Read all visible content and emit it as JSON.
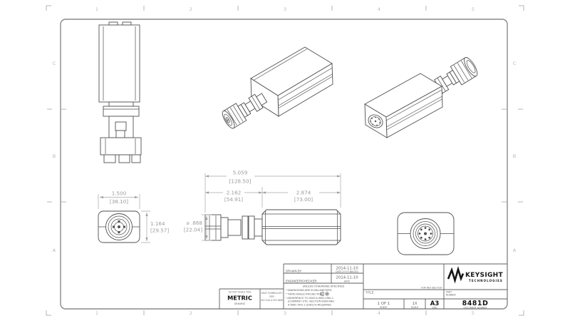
{
  "grid": {
    "cols": [
      "1",
      "2",
      "3",
      "4",
      "5"
    ],
    "rows": [
      "C",
      "B",
      "A"
    ]
  },
  "dims": {
    "overall_in": "5.059",
    "overall_mm": "[128.50]",
    "front_in": "2.162",
    "front_mm": "[54.91]",
    "body_in": "2.874",
    "body_mm": "[73.00]",
    "width_in": "1.500",
    "width_mm": "[38.10]",
    "height_in": "1.164",
    "height_mm": "[29.57]",
    "connector_dia_in": "⌀ .868",
    "connector_dia_mm": "[22.04]"
  },
  "title_block": {
    "drawn_by_label": "DRAWN BY",
    "drawn_by_date": "2014-11-10",
    "drawn_by_date_label": "DATE (YYYY-MM-DD)",
    "engineer_label": "ENGINEER/CHECKER",
    "engineer_date": "2014-11-10",
    "engineer_date_label": "DATE",
    "notes_header": "UNLESS OTHERWISE SPECIFIED",
    "note_dimensions": "* DIMENSIONS ARE IN MILLIMETERS",
    "note_projection": "* THIRD ANGLE PROJECTION",
    "note_adherence_1": "* ADHERENCE TO DWG A-9951-1961-1",
    "note_adherence_2": "(COMPANY STD. SECTION WSM AND",
    "note_adherence_3": "A-5961-7041-1 (GSD) IS REQUIRED",
    "do_not_scale_top": "DO NOT SCALE THIS",
    "metric": "METRIC",
    "do_not_scale_bottom": "DRAWING",
    "gdt_line1": "GD&T SYMBOLOGY",
    "gdt_line2": "PER",
    "gdt_line3": "ISO 1101 & ISO 5459",
    "title_label": "TITLE",
    "rev_note": "FOR REV SEE PLM",
    "sheet_value": "1   OF   1",
    "sheet_label": "SHEET",
    "scale_value": "1X",
    "scale_label": "SCALE",
    "size_value": "A3",
    "size_label": "SIZE",
    "part_number_label_1": "PART",
    "part_number_label_2": "NUMBER",
    "document_number": "8481D",
    "document_number_label": "DOCUMENT NUMBER",
    "brand_name": "KEYSIGHT",
    "brand_sub": "TECHNOLOGIES"
  },
  "colors": {
    "outline": "#4f4f4f",
    "dimension": "#9c9c9c",
    "grid_ref": "#b8b8b8",
    "title_text": "#151515",
    "paper": "#ffffff"
  }
}
